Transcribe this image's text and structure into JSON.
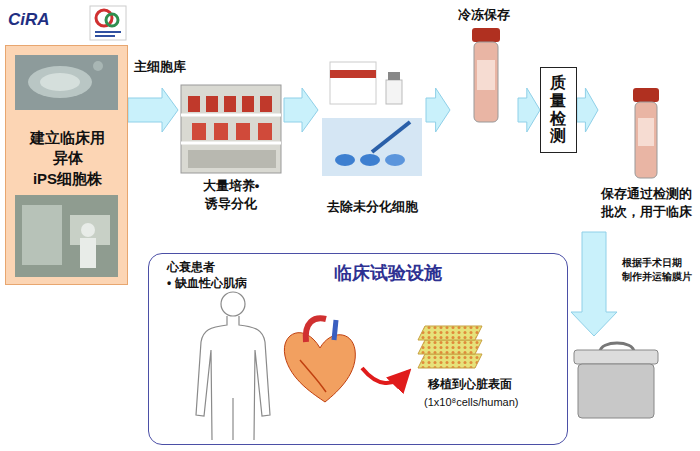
{
  "diagram": {
    "nodes": [
      {
        "text": [
          "建立临床用 异体 iPS细胞株"
        ]
      },
      {
        "text": [
          "大量培养• 诱导分化"
        ]
      },
      {
        "text": [
          "去除未分化细胞"
        ]
      },
      {
        "text": [
          "冷冻保存"
        ]
      },
      {
        "text": [
          "质量检测"
        ]
      },
      {
        "text": [
          "保存通过检测的 批次，用于临床"
        ]
      },
      {
        "text": [
          "临床试验设施",
          "心衰患者",
          "• 缺血性心肌病"
        ]
      }
    ],
    "edges": [
      {
        "from": 0,
        "to": 1,
        "label": "主细胞库",
        "arrow": "to"
      },
      {
        "from": 1,
        "to": 2,
        "arrow": "to"
      },
      {
        "from": 2,
        "to": 3,
        "arrow": "to"
      },
      {
        "from": 3,
        "to": 4,
        "arrow": "to"
      },
      {
        "from": 4,
        "to": 5,
        "arrow": "to"
      }
    ],
    "labels": [
      "CiRA",
      "移植到心脏表面",
      "(1x10⁸cells/human)",
      "根据手术日期 制作并运输膜片"
    ]
  }
}
